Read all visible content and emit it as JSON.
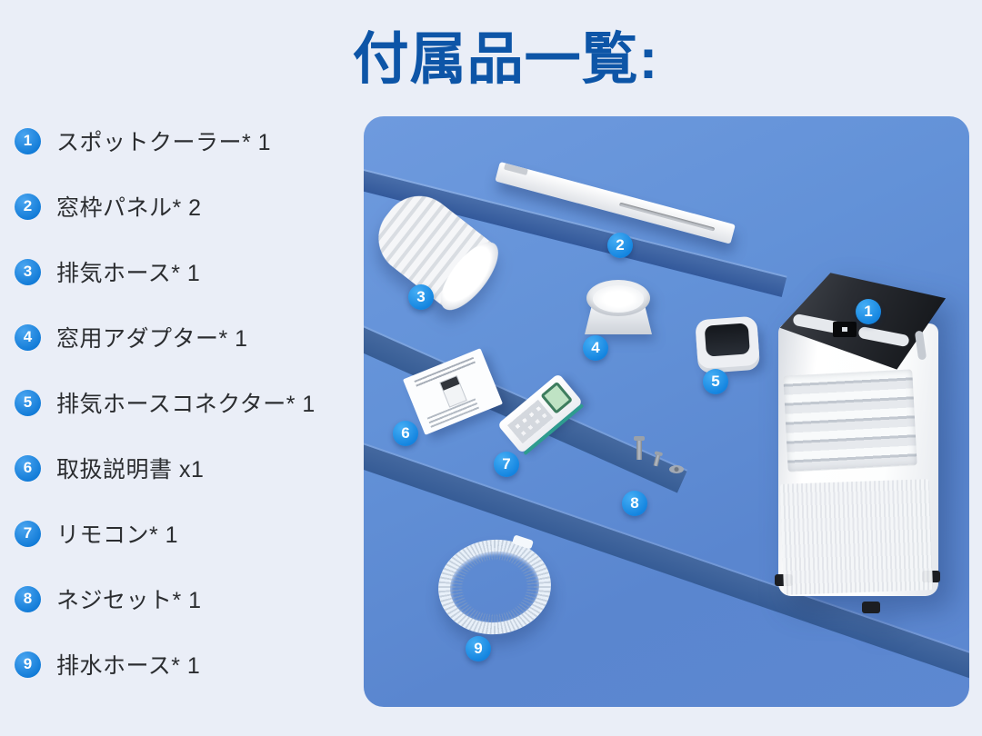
{
  "title": "付属品一覧:",
  "accessories": [
    {
      "num": "1",
      "label": "スポットクーラー* 1"
    },
    {
      "num": "2",
      "label": "窓枠パネル* 2"
    },
    {
      "num": "3",
      "label": "排気ホース* 1"
    },
    {
      "num": "4",
      "label": "窓用アダプター* 1"
    },
    {
      "num": "5",
      "label": "排気ホースコネクター* 1"
    },
    {
      "num": "6",
      "label": "取扱説明書 x1"
    },
    {
      "num": "7",
      "label": "リモコン* 1"
    },
    {
      "num": "8",
      "label": "ネジセット* 1"
    },
    {
      "num": "9",
      "label": "排水ホース* 1"
    }
  ],
  "colors": {
    "page_background": "#eaeef7",
    "title_blue": "#0d55a7",
    "list_badge_blue": "#1484e2",
    "scene_badge_blue": "#2196f0",
    "scene_blue": "#6090d6",
    "scene_step_dark_blue": "#3a609d",
    "text_dark": "#2b2d30"
  }
}
